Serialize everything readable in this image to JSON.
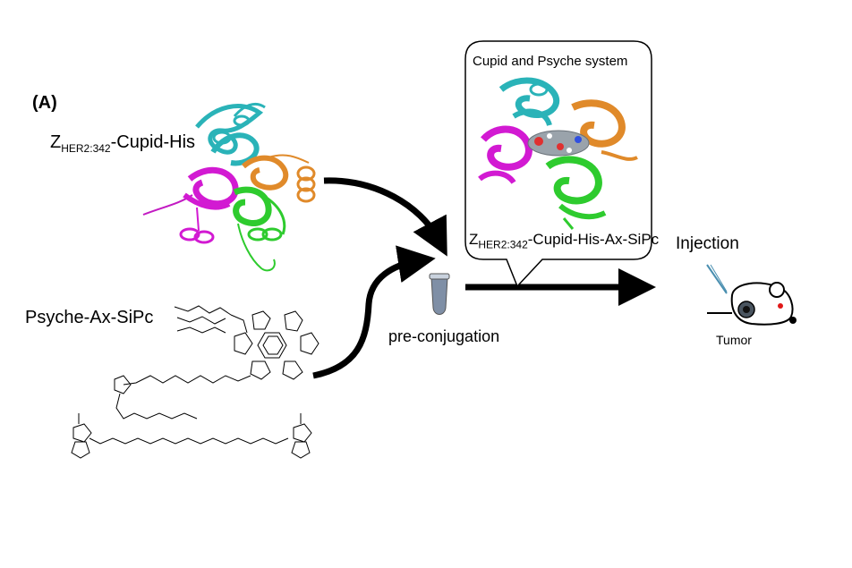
{
  "panel_label": "(A)",
  "protein": {
    "name_prefix": "Z",
    "name_subscript": "HER2:342",
    "name_suffix": "-Cupid-His"
  },
  "ligand": {
    "name": "Psyche-Ax-SiPc"
  },
  "tube_label": "pre-conjugation",
  "callout": {
    "title": "Cupid and Psyche system",
    "complex_prefix": "Z",
    "complex_subscript": "HER2:342",
    "complex_suffix": "-Cupid-His-Ax-SiPc"
  },
  "injection_label": "Injection",
  "tumor_label": "Tumor",
  "colors": {
    "cyan_domain": "#2ab3b8",
    "magenta_domain": "#d21ad2",
    "orange_domain": "#e08a2a",
    "green_domain": "#2ecb2e",
    "arrow": "#000000",
    "tube": "#7f8fa6",
    "tumor_dot": "#e01818"
  }
}
